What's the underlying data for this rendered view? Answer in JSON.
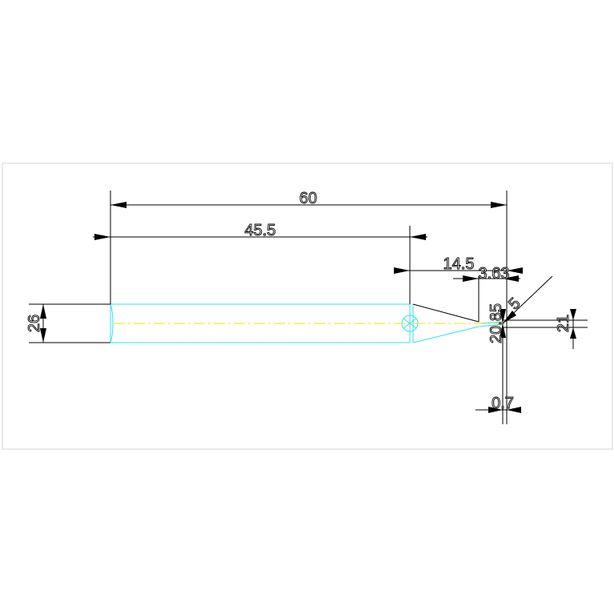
{
  "dimensions": {
    "overall_length": "60",
    "body_length": "45.5",
    "taper_length": "14.5",
    "tip_length": "3.63",
    "diameter": "26",
    "tip_angle": "20.85",
    "tip_offset": "5",
    "tip_width": "0.7",
    "tip_height": "21"
  },
  "colors": {
    "part_outline": "#33e0ee",
    "center_line": "#e8e800",
    "dimension_lines": "#000000",
    "frame_border": "#d4d4d4"
  }
}
